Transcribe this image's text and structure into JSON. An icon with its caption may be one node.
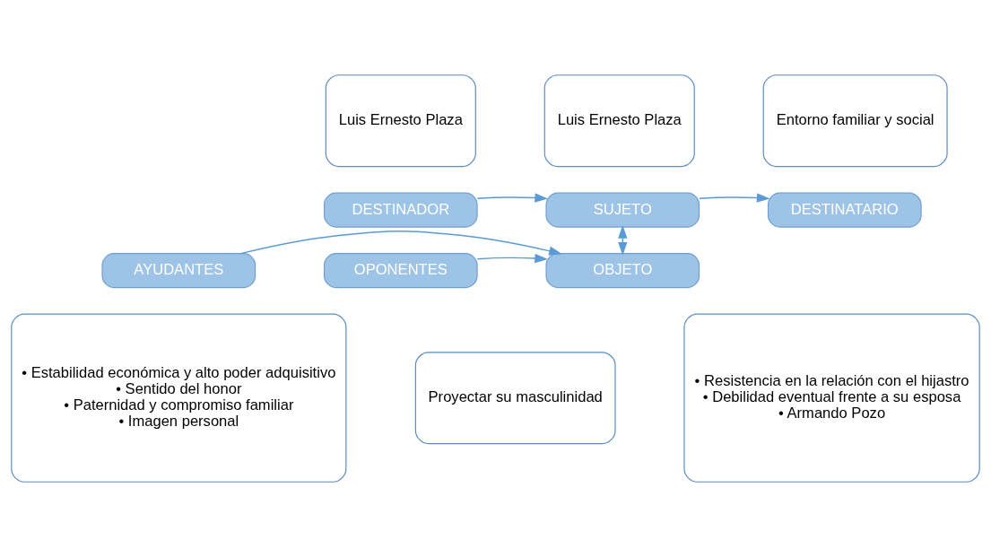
{
  "diagram": {
    "nodes": [
      {
        "text": [
          "Luis Ernesto Plaza"
        ]
      },
      {
        "text": [
          "Luis Ernesto Plaza"
        ]
      },
      {
        "text": [
          "Entorno familiar y social"
        ]
      },
      {
        "text": [
          "DESTINADOR"
        ]
      },
      {
        "text": [
          "SUJETO"
        ]
      },
      {
        "text": [
          "DESTINATARIO"
        ]
      },
      {
        "text": [
          "AYUDANTES"
        ]
      },
      {
        "text": [
          "OBJETO"
        ]
      },
      {
        "text": [
          "OPONENTES"
        ]
      },
      {
        "text": [
          "• Estabilidad económica y alto poder adquisitivo",
          "• Sentido del honor",
          "• Paternidad y compromiso familiar",
          "• Imagen personal"
        ]
      },
      {
        "text": [
          "Proyectar su masculinidad"
        ]
      },
      {
        "text": [
          "• Resistencia en la relación con el hijastro",
          "• Debilidad eventual frente a su esposa",
          "• Armando Pozo"
        ]
      }
    ],
    "edges": [
      {
        "from": 3,
        "to": 4,
        "arrow": "to"
      },
      {
        "from": 4,
        "to": 5,
        "arrow": "to"
      },
      {
        "from": 4,
        "to": 7,
        "arrow": "both"
      },
      {
        "from": 6,
        "to": 7,
        "arrow": "to"
      },
      {
        "from": 8,
        "to": 7,
        "arrow": "to"
      }
    ]
  }
}
